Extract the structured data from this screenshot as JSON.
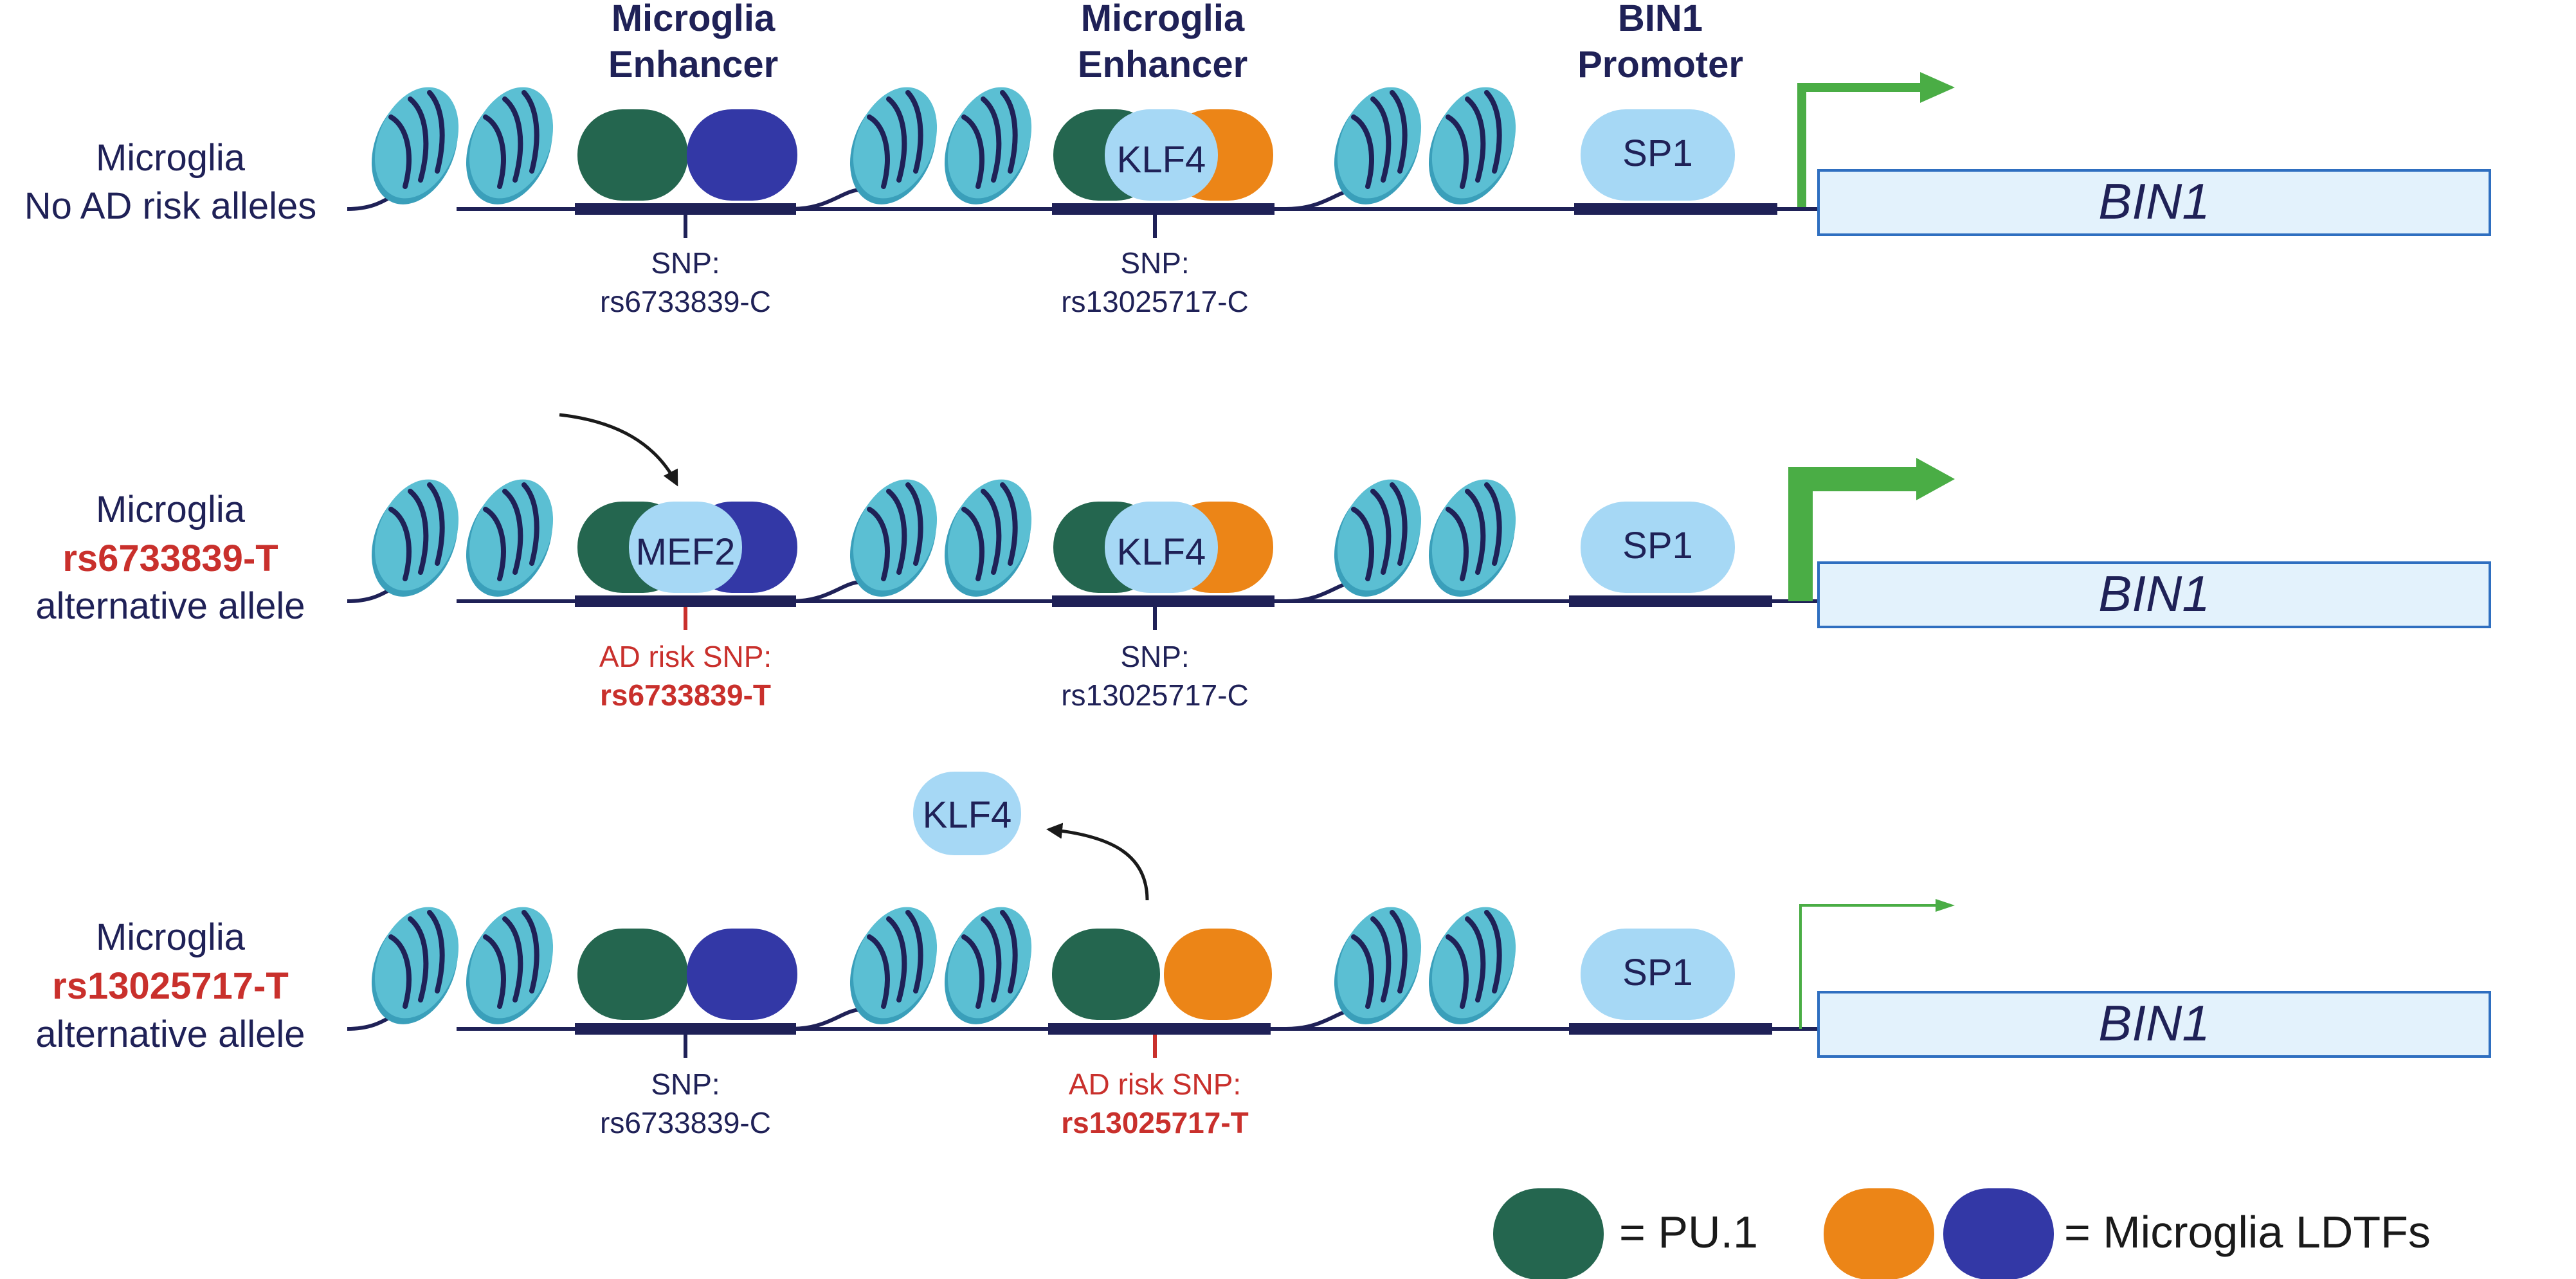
{
  "headers": {
    "enh1_line1": "Microglia",
    "enh1_line2": "Enhancer",
    "enh2_line1": "Microglia",
    "enh2_line2": "Enhancer",
    "prom_line1": "BIN1",
    "prom_line2": "Promoter"
  },
  "rows": [
    {
      "label": [
        "Microglia",
        "No AD risk alleles",
        ""
      ],
      "snp1": {
        "line1": "SNP:",
        "line2": "rs6733839-C"
      },
      "snp2": {
        "line1": "SNP:",
        "line2": "rs13025717-C"
      },
      "tf1": "",
      "tf2": "KLF4",
      "sp1": "SP1",
      "gene": "BIN1"
    },
    {
      "label": [
        "Microglia",
        "rs6733839-T",
        "alternative allele"
      ],
      "snp1": {
        "line1": "AD risk SNP:",
        "line2": "rs6733839-T"
      },
      "snp2": {
        "line1": "SNP:",
        "line2": "rs13025717-C"
      },
      "tf1": "MEF2",
      "tf2": "KLF4",
      "sp1": "SP1",
      "gene": "BIN1"
    },
    {
      "label": [
        "Microglia",
        "rs13025717-T",
        "alternative allele"
      ],
      "snp1": {
        "line1": "SNP:",
        "line2": "rs6733839-C"
      },
      "snp2": {
        "line1": "AD risk SNP:",
        "line2": "rs13025717-T"
      },
      "tf1": "",
      "tf2": "KLF4",
      "sp1": "SP1",
      "gene": "BIN1"
    }
  ],
  "legend": {
    "pu1": "= PU.1",
    "ldtfs": "= Microglia LDTFs"
  },
  "colors": {
    "pu1": "#24664f",
    "ldtf_blue": "#3338a6",
    "ldtf_orange": "#ec8517",
    "klf4": "#a6d8f5",
    "nucleosome": "#5bbfd3",
    "dna": "#1f2157",
    "risk": "#c9302c",
    "arrow": "#4aad45",
    "gene_fill": "#e3f2fc",
    "gene_stroke": "#2f6fc0"
  }
}
